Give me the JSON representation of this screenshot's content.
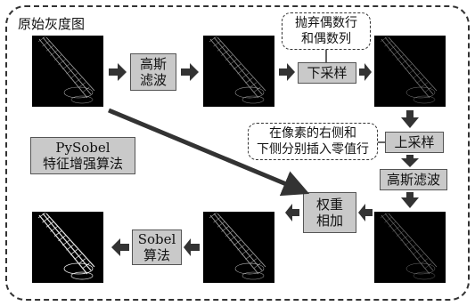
{
  "title": "原始灰度图",
  "steps": {
    "gauss1": [
      "高斯",
      "滤波"
    ],
    "downsample": [
      "下采样"
    ],
    "upsample": [
      "上采样"
    ],
    "gauss2": [
      "高斯滤波"
    ],
    "weighted_add": [
      "权重",
      "相加"
    ],
    "sobel": [
      "Sobel",
      "算法"
    ]
  },
  "notes": {
    "drop": [
      "抛弃偶数行",
      "和偶数列"
    ],
    "insert": [
      "在像素的右侧和",
      "下侧分别插入零值行"
    ]
  },
  "label": [
    "PySobel",
    "特征增强算法"
  ],
  "colors": {
    "box_fill": "#c9c9c9",
    "arrow": "#333333",
    "image_bg": "#000000"
  }
}
